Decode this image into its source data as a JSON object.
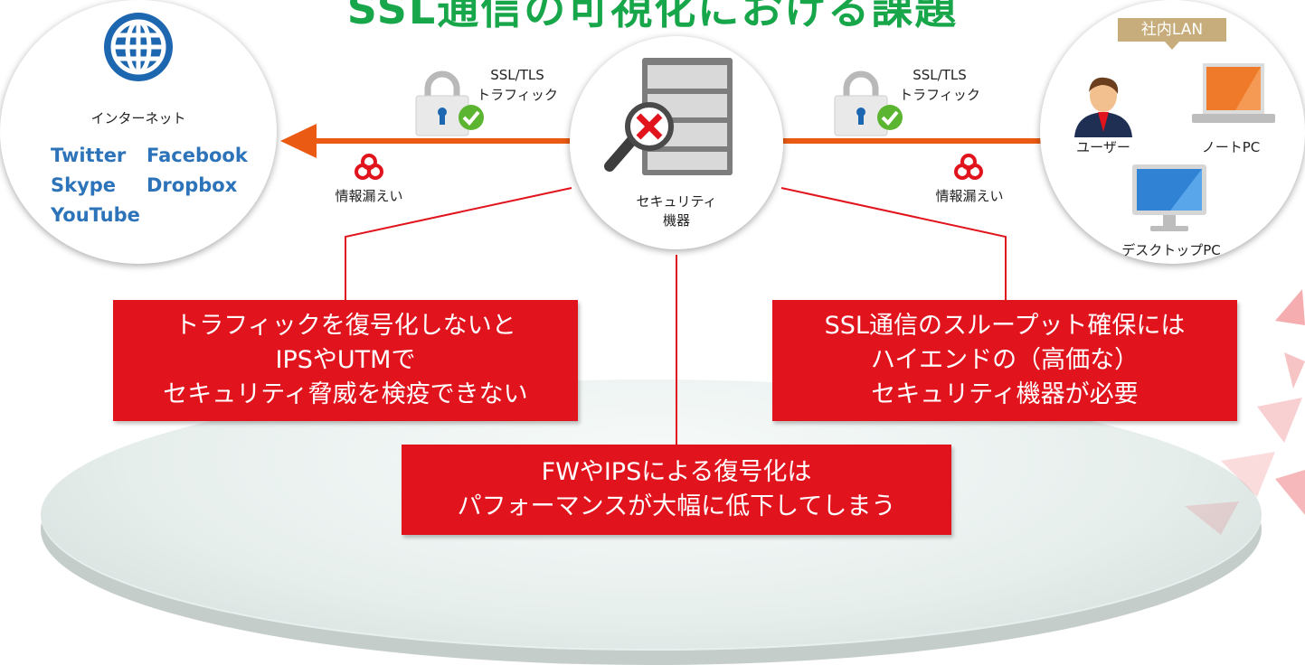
{
  "title": "SSL通信の可視化における課題",
  "internet": {
    "label": "インターネット",
    "services": [
      "Twitter",
      "Facebook",
      "Skype",
      "Dropbox",
      "YouTube"
    ]
  },
  "left_traffic": {
    "line1": "SSL/TLS",
    "line2": "トラフィック"
  },
  "right_traffic": {
    "line1": "SSL/TLS",
    "line2": "トラフィック"
  },
  "left_leak": "情報漏えい",
  "right_leak": "情報漏えい",
  "security_device": {
    "line1": "セキュリティ",
    "line2": "機器"
  },
  "lan": {
    "badge": "社内LAN",
    "user": "ユーザー",
    "laptop": "ノートPC",
    "desktop": "デスクトップPC"
  },
  "problems": {
    "left": [
      "トラフィックを復号化しないと",
      "IPSやUTMで",
      "セキュリティ脅威を検疫できない"
    ],
    "right": [
      "SSL通信のスループット確保には",
      "ハイエンドの（高価な）",
      "セキュリティ機器が必要"
    ],
    "bottom": [
      "FWやIPSによる復号化は",
      "パフォーマンスが大幅に低下してしまう"
    ]
  },
  "colors": {
    "title": "#17a64a",
    "arrow": "#ea5a12",
    "problem_box": "#e1141d",
    "service_text": "#2c73b9",
    "lan_badge": "#c7ad7b"
  }
}
